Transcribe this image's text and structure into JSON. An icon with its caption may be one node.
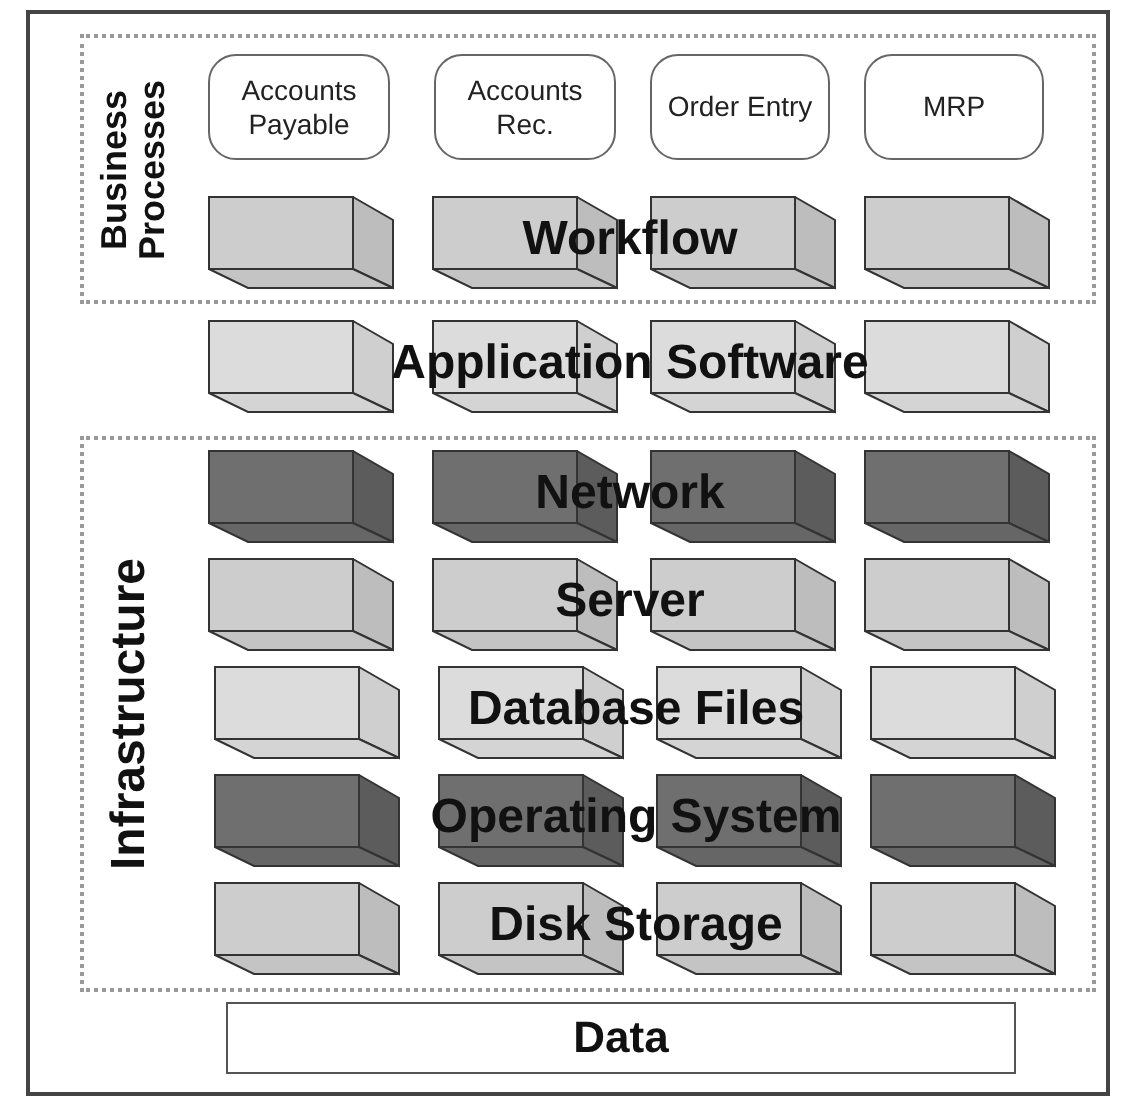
{
  "diagram": {
    "nodes": [
      {
        "text": [
          "Business Processes"
        ]
      },
      {
        "text": [
          "Accounts Payable"
        ],
        "in": 0
      },
      {
        "text": [
          "Accounts Rec."
        ],
        "in": 0
      },
      {
        "text": [
          "Order Entry"
        ],
        "in": 0
      },
      {
        "text": [
          "MRP"
        ],
        "in": 0
      },
      {
        "text": [
          "Workflow"
        ],
        "in": 0
      },
      {
        "text": [
          "Application Software"
        ]
      },
      {
        "text": [
          "Infrastructure"
        ]
      },
      {
        "text": [
          "Network"
        ],
        "in": 7
      },
      {
        "text": [
          "Server"
        ],
        "in": 7
      },
      {
        "text": [
          "Database Files"
        ],
        "in": 7
      },
      {
        "text": [
          "Operating System"
        ],
        "in": 7
      },
      {
        "text": [
          "Disk Storage"
        ],
        "in": 7
      },
      {
        "text": [
          "Data"
        ]
      }
    ],
    "edges": []
  }
}
